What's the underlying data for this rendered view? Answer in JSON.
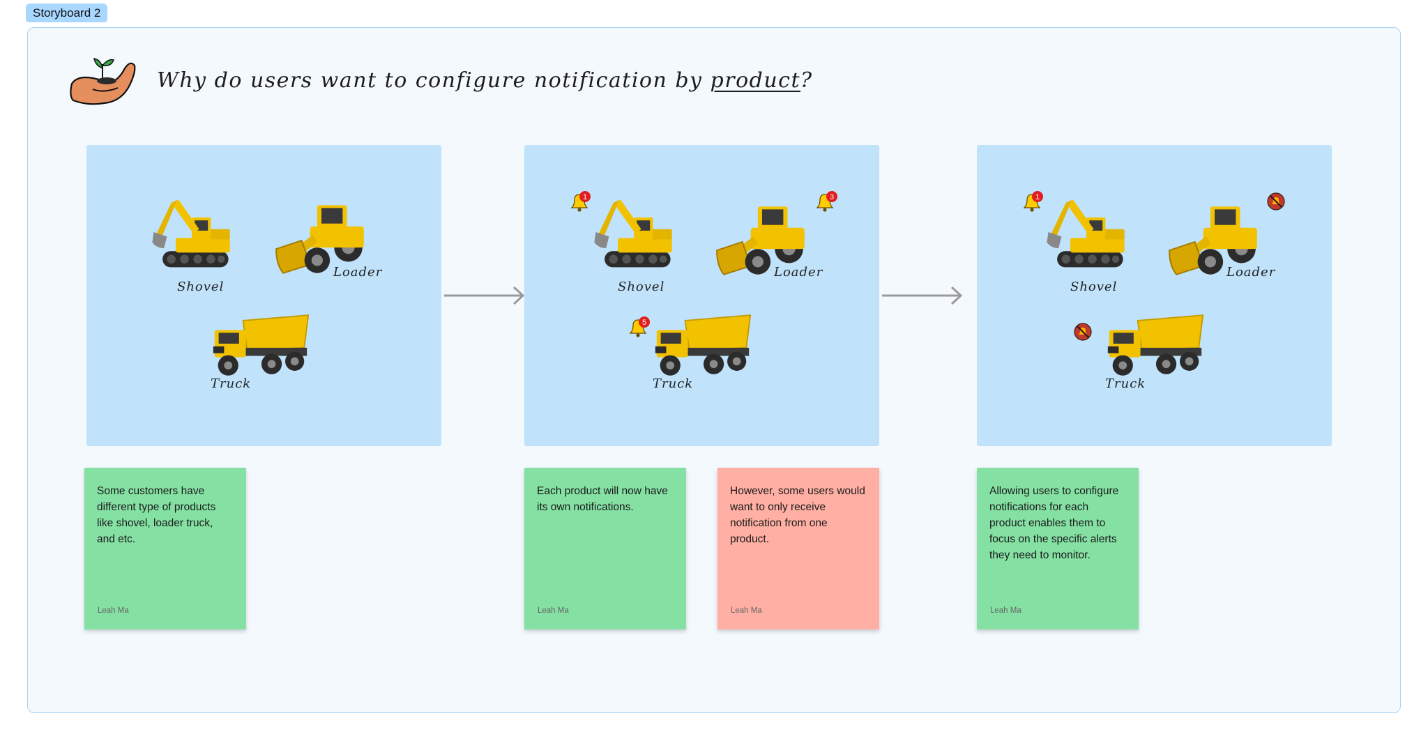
{
  "section": {
    "label": "Storyboard 2"
  },
  "header": {
    "title_prefix": "Why do users want to configure notification by ",
    "title_underlined": "product",
    "title_suffix": "?",
    "icon": "hand-sprout-icon"
  },
  "machines": {
    "shovel": "Shovel",
    "loader": "Loader",
    "truck": "Truck"
  },
  "frames": [
    {
      "id": "frame-1",
      "state": "no notifications"
    },
    {
      "id": "frame-2",
      "state": "notifications per product",
      "badges": {
        "shovel": "1",
        "loader": "3",
        "truck": "5"
      }
    },
    {
      "id": "frame-3",
      "state": "loader and truck muted",
      "badges": {
        "shovel": "1"
      },
      "muted": [
        "loader",
        "truck"
      ]
    }
  ],
  "notes": [
    {
      "color": "green",
      "text": "Some customers have different type of products like shovel, loader truck, and etc.",
      "author": "Leah Ma"
    },
    {
      "color": "green",
      "text": "Each product will now have its own notifications.",
      "author": "Leah Ma"
    },
    {
      "color": "red",
      "text": "However, some users would want to only receive notification from one product.",
      "author": "Leah Ma"
    },
    {
      "color": "green",
      "text": "Allowing users to configure notifications for each product enables them to focus on the specific alerts they need to monitor.",
      "author": "Leah Ma"
    }
  ],
  "colors": {
    "frame_bg": "#c0e2fa",
    "section_bg": "#f4f9fe",
    "note_green": "#85e0a3",
    "note_red": "#ffafa3",
    "badge_red": "#e11d1d",
    "bell_yellow": "#ffcc00",
    "machine_yellow": "#f2c200"
  }
}
